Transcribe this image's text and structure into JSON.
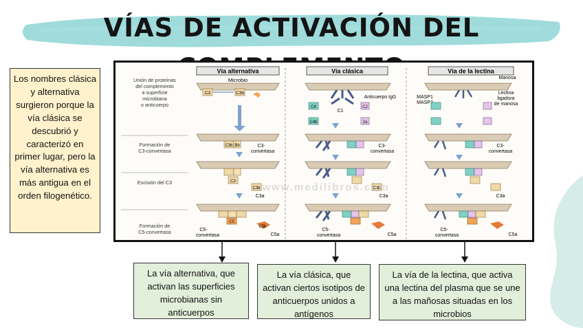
{
  "title": "VÍAS DE ACTIVACIÓN DEL COMPLEMENTO",
  "note": "Los nombres clásica y alternativa surgieron porque la vía clásica se descubrió y caracterizó en primer lugar, pero la vía alternativa es más antigua en el orden filogenético.",
  "figure": {
    "columns": [
      "Vía alternativa",
      "Vía clásica",
      "Vía de la lectina"
    ],
    "row_labels": [
      "Unión de proteínas del complemento a superficie microbiana o anticuerpo",
      "Formación de C3-convertasa",
      "Escisión del C3",
      "Formación de C5-convertasa"
    ],
    "annotations": {
      "microbio": "Microbio",
      "anticuerpo": "Anticuerpo IgG",
      "manosa": "Manosa",
      "lectina": "Lectina ligadora de manosa",
      "masp1": "MASP1",
      "masp2": "MASP2",
      "c1": "C1",
      "c3conv": "C3-convertasa",
      "c5conv": "C5-convertasa",
      "c3": "C3",
      "c3a": "C3a",
      "c3b": "C3b",
      "c4": "C4",
      "c4b": "C4b",
      "c2": "C2",
      "c2a": "2a",
      "c5": "C5",
      "c5a": "C5a",
      "c5b": "C5b",
      "bb": "Bb",
      "watermark": "www.medilibros.com"
    }
  },
  "boxes": {
    "alt": "La vía alternativa, que activan las superficies microbianas sin anticuerpos",
    "clasica": "La vía clásica, que activan ciertos isotipos de anticuerpos unidos a antígenos",
    "lectina": "La vía de la lectina, que activa una lectina del plasma que se une a las mañosas situadas en los microbios"
  },
  "colors": {
    "brush": "#7fcfcf",
    "note_bg": "#fff2cc",
    "box_bg": "#e2efda",
    "blob": "#d5ece8"
  }
}
